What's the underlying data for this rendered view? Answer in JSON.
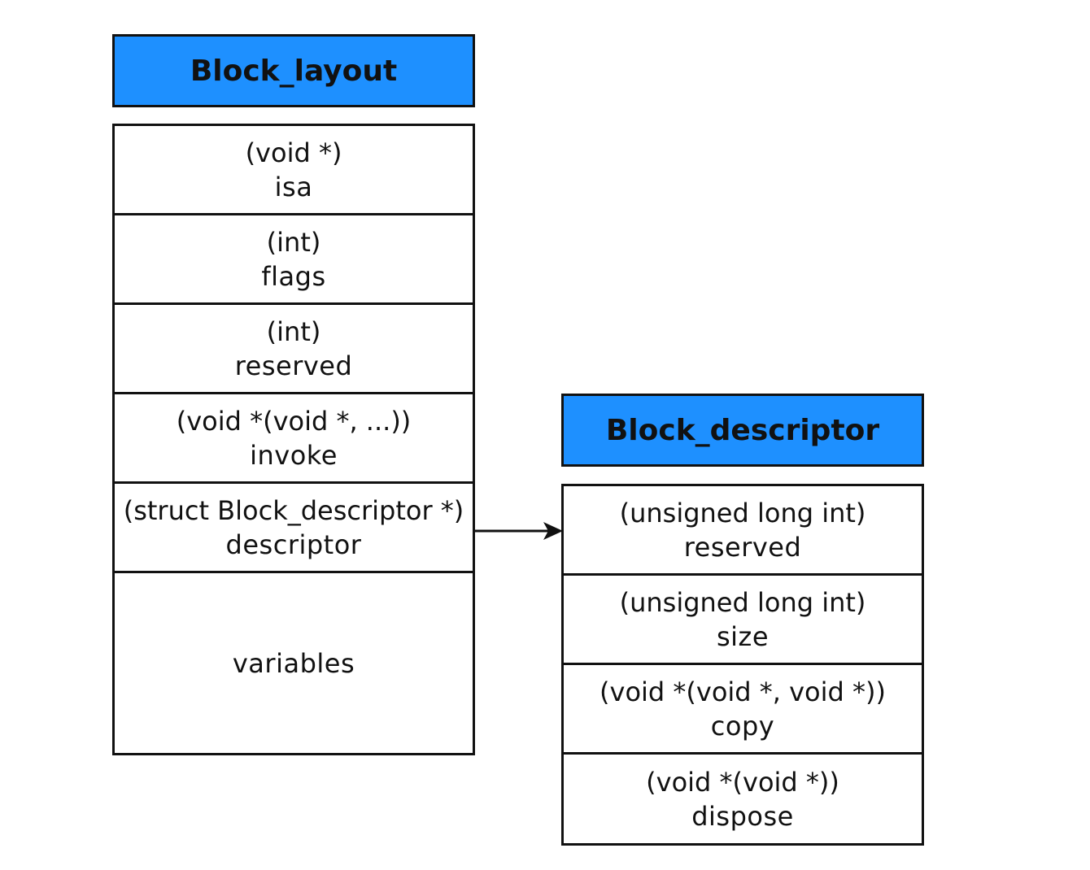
{
  "block_layout": {
    "title": "Block_layout",
    "fields": [
      {
        "type": "(void *)",
        "name": "isa"
      },
      {
        "type": "(int)",
        "name": "flags"
      },
      {
        "type": "(int)",
        "name": "reserved"
      },
      {
        "type": "(void *(void *, ...))",
        "name": "invoke"
      },
      {
        "type": "(struct Block_descriptor *)",
        "name": "descriptor"
      },
      {
        "type": "",
        "name": "variables"
      }
    ]
  },
  "block_descriptor": {
    "title": "Block_descriptor",
    "fields": [
      {
        "type": "(unsigned long int)",
        "name": "reserved"
      },
      {
        "type": "(unsigned long int)",
        "name": "size"
      },
      {
        "type": "(void *(void *, void *))",
        "name": "copy"
      },
      {
        "type": "(void *(void *))",
        "name": "dispose"
      }
    ]
  },
  "colors": {
    "header_fill": "#1e90ff",
    "border": "#111111",
    "text": "#111111",
    "background": "#ffffff"
  }
}
